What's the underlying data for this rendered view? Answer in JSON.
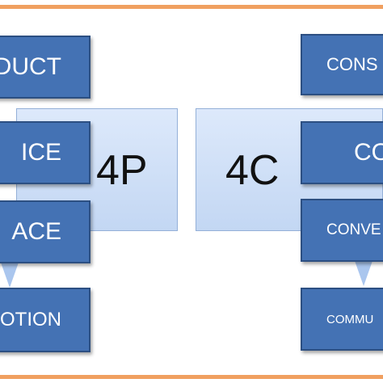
{
  "diagram": {
    "left_panel_label": "4P",
    "right_panel_label": "4C",
    "left_items": [
      {
        "label": "ODUCT"
      },
      {
        "label": "ICE"
      },
      {
        "label": "ACE"
      },
      {
        "label": "OTION"
      }
    ],
    "right_items": [
      {
        "label": "CONS"
      },
      {
        "label": "CO"
      },
      {
        "label": "CONVE"
      },
      {
        "label": "COMMU"
      }
    ]
  },
  "colors": {
    "box_fill": "#4472b4",
    "box_border": "#2c4f82",
    "panel_fill": "#c3d7f3",
    "frame_line": "#f0a060"
  }
}
